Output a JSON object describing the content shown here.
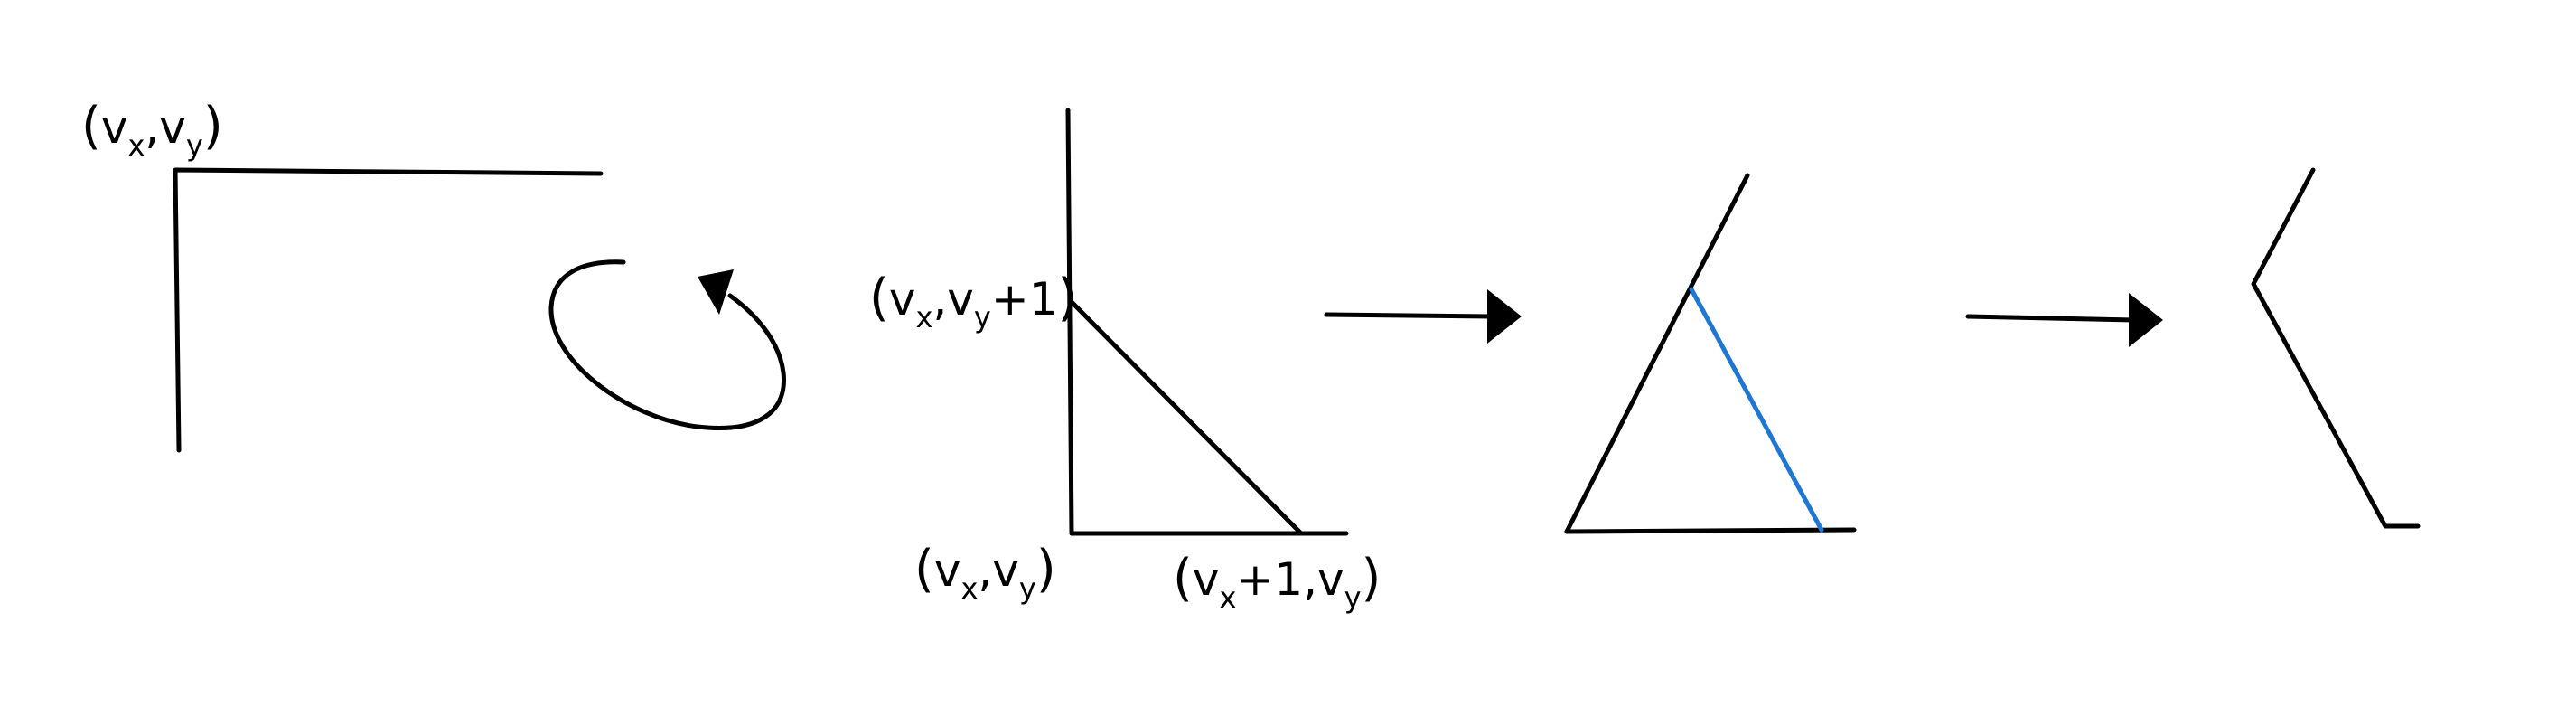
{
  "colors": {
    "ink": "#000000",
    "highlight": "#1f77d4"
  },
  "labels": {
    "stage1_corner": {
      "v": "v",
      "x_sub": "x",
      "y_sub": "y",
      "comma": ",",
      "open": "(",
      "close": ")"
    },
    "stage2_top": {
      "v": "v",
      "x_sub": "x",
      "y_sub": "y",
      "comma": ",",
      "offset": "+1",
      "open": "(",
      "close": ")"
    },
    "stage2_origin": {
      "v": "v",
      "x_sub": "x",
      "y_sub": "y",
      "comma": ",",
      "open": "(",
      "close": ")"
    },
    "stage2_right": {
      "v": "v",
      "x_sub": "x",
      "y_sub": "y",
      "comma": ",",
      "offset": "+1",
      "open": "(",
      "close": ")"
    }
  },
  "icons": {
    "rotate": "rotate-arrow-icon",
    "next": "right-arrow-icon"
  }
}
